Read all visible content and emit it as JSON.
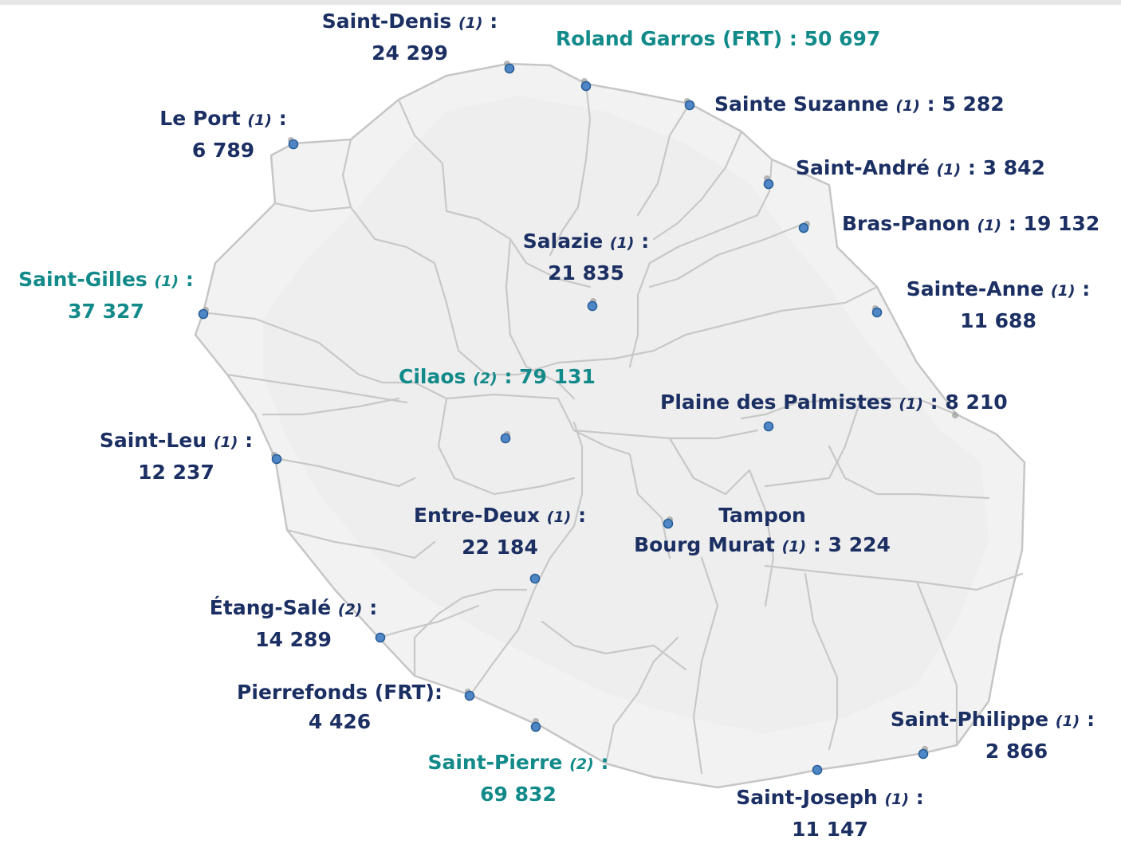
{
  "colors": {
    "navy": "#1b2f63",
    "teal": "#138a8a",
    "marker": "#4f86c6",
    "land": "#f2f2f2",
    "roads": "#c4c4c4"
  },
  "stations": [
    {
      "id": "saint-denis",
      "name": "Saint-Denis",
      "tag": "(1)",
      "sep": " :",
      "value": "24 299",
      "color": "navy"
    },
    {
      "id": "roland-garros",
      "name": "Roland Garros (FRT)",
      "tag": "",
      "sep": " :",
      "value": "50 697",
      "color": "teal"
    },
    {
      "id": "sainte-suzanne",
      "name": "Sainte Suzanne",
      "tag": "(1)",
      "sep": " :",
      "value": "5 282",
      "color": "navy"
    },
    {
      "id": "le-port",
      "name": "Le Port",
      "tag": "(1)",
      "sep": " :",
      "value": "6 789",
      "color": "navy"
    },
    {
      "id": "saint-andre",
      "name": "Saint-André",
      "tag": "(1)",
      "sep": " :",
      "value": "3 842",
      "color": "navy"
    },
    {
      "id": "bras-panon",
      "name": "Bras-Panon",
      "tag": "(1)",
      "sep": " :",
      "value": "19 132",
      "color": "navy"
    },
    {
      "id": "salazie",
      "name": "Salazie",
      "tag": "(1)",
      "sep": " :",
      "value": "21 835",
      "color": "navy"
    },
    {
      "id": "saint-gilles",
      "name": "Saint-Gilles",
      "tag": "(1)",
      "sep": " :",
      "value": "37 327",
      "color": "teal"
    },
    {
      "id": "sainte-anne",
      "name": "Sainte-Anne",
      "tag": "(1)",
      "sep": " :",
      "value": "11 688",
      "color": "navy"
    },
    {
      "id": "cilaos",
      "name": "Cilaos",
      "tag": "(2)",
      "sep": " :",
      "value": "79 131",
      "color": "teal"
    },
    {
      "id": "plaine-des-palmistes",
      "name": "Plaine des Palmistes",
      "tag": "(1)",
      "sep": " :",
      "value": "8 210",
      "color": "navy"
    },
    {
      "id": "saint-leu",
      "name": "Saint-Leu",
      "tag": "(1)",
      "sep": " :",
      "value": "12 237",
      "color": "navy"
    },
    {
      "id": "entre-deux",
      "name": "Entre-Deux",
      "tag": "(1)",
      "sep": " :",
      "value": "22 184",
      "color": "navy"
    },
    {
      "id": "tampon-bourg-murat",
      "name": "Tampon",
      "name2": "Bourg Murat",
      "tag": "(1)",
      "sep": " :",
      "value": "3 224",
      "color": "navy"
    },
    {
      "id": "etang-sale",
      "name": "Étang-Salé",
      "tag": "(2)",
      "sep": " :",
      "value": "14 289",
      "color": "navy"
    },
    {
      "id": "pierrefonds",
      "name": "Pierrefonds (FRT)",
      "tag": "",
      "sep": ":",
      "value": "4 426",
      "color": "navy"
    },
    {
      "id": "saint-pierre",
      "name": "Saint-Pierre",
      "tag": "(2)",
      "sep": " :",
      "value": "69 832",
      "color": "teal"
    },
    {
      "id": "saint-philippe",
      "name": "Saint-Philippe",
      "tag": "(1)",
      "sep": " :",
      "value": "2 866",
      "color": "navy"
    },
    {
      "id": "saint-joseph",
      "name": "Saint-Joseph",
      "tag": "(1)",
      "sep": " :",
      "value": "11 147",
      "color": "navy"
    }
  ]
}
